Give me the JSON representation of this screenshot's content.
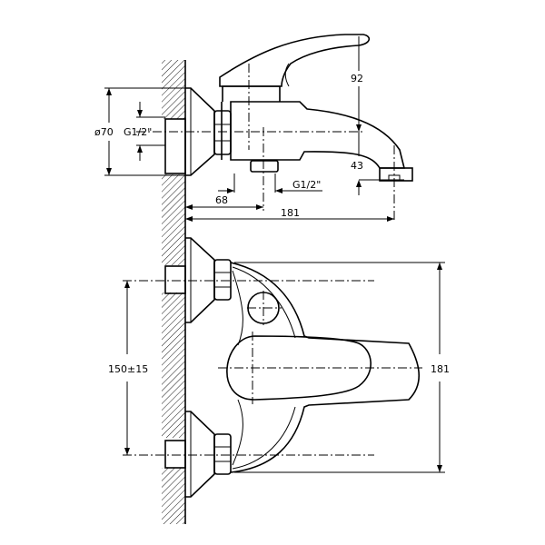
{
  "drawing": {
    "subject": "Single-lever bath mixer technical drawing",
    "views": [
      "side-view",
      "top-view"
    ],
    "colors": {
      "line": "#000000",
      "background": "#ffffff"
    }
  },
  "side_view": {
    "dimensions": {
      "flange_diameter": "ø70",
      "inlet_thread": "G1/2\"",
      "height_top": "92",
      "spout_height": "43",
      "outlet_thread": "G1/2\"",
      "outlet_offset": "68",
      "projection": "181"
    }
  },
  "top_view": {
    "dimensions": {
      "inlet_spacing": "150±15",
      "width": "181"
    }
  }
}
